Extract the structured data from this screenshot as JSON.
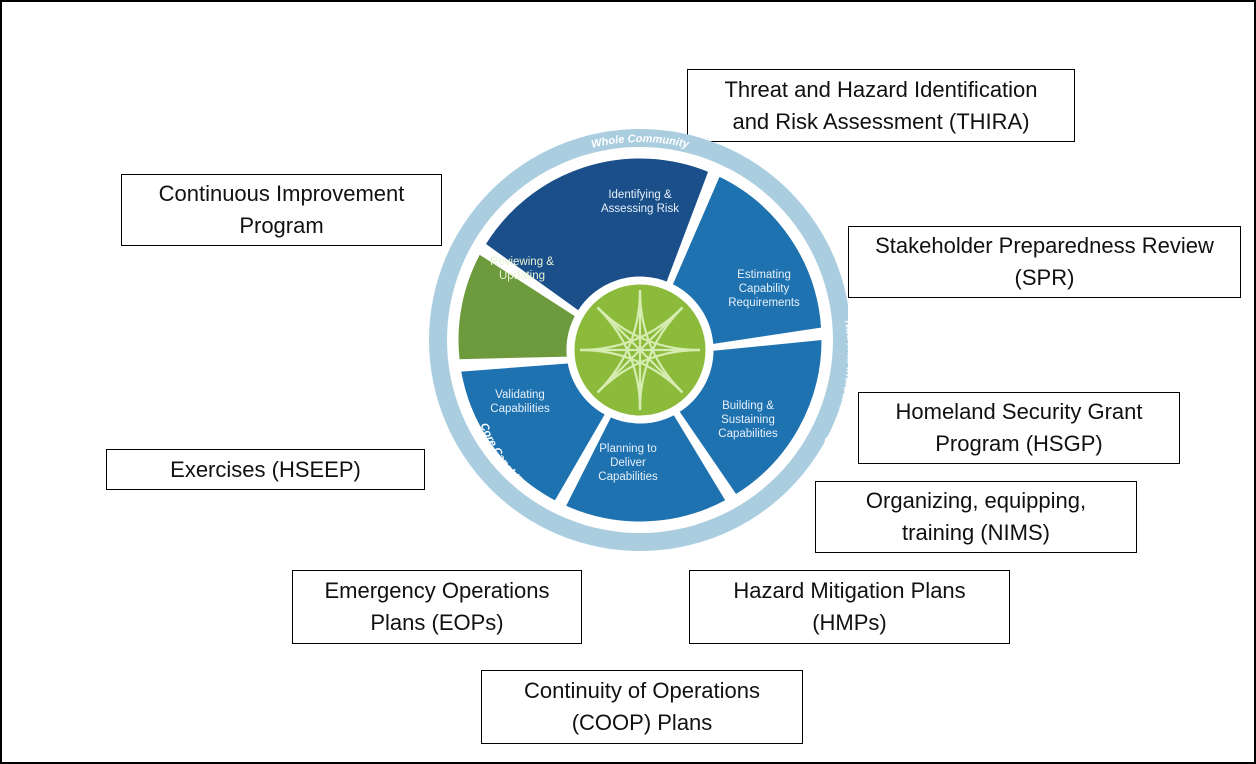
{
  "boxes": {
    "thira": "Threat and Hazard Identification\nand Risk Assessment (THIRA)",
    "cip": "Continuous Improvement\nProgram",
    "spr": "Stakeholder Preparedness Review\n(SPR)",
    "hsgp": "Homeland Security Grant\nProgram (HSGP)",
    "hseep": "Exercises (HSEEP)",
    "nims": "Organizing, equipping,\ntraining (NIMS)",
    "eops": "Emergency Operations\nPlans (EOPs)",
    "hmps": "Hazard Mitigation Plans\n(HMPs)",
    "coop": "Continuity of Operations\n(COOP) Plans"
  },
  "wheel": {
    "ring_labels": {
      "top": "Whole Community",
      "right": "National Incident Management System (NIMS)",
      "left": "Core Capabilities"
    },
    "segments": [
      {
        "label": [
          "Identifying &",
          "Assessing Risk"
        ],
        "color": "#1b4f8a"
      },
      {
        "label": [
          "Estimating",
          "Capability",
          "Requirements"
        ],
        "color": "#1e72b0"
      },
      {
        "label": [
          "Building &",
          "Sustaining",
          "Capabilities"
        ],
        "color": "#1e72b0"
      },
      {
        "label": [
          "Planning to",
          "Deliver",
          "Capabilities"
        ],
        "color": "#1e72b0"
      },
      {
        "label": [
          "Validating",
          "Capabilities"
        ],
        "color": "#1e72b0"
      },
      {
        "label": [
          "Reviewing &",
          "Updating"
        ],
        "color": "#6c9a3c"
      }
    ],
    "colors": {
      "ring": "#aacde0",
      "hub": "#8cbb3c",
      "gap": "#ffffff"
    }
  }
}
